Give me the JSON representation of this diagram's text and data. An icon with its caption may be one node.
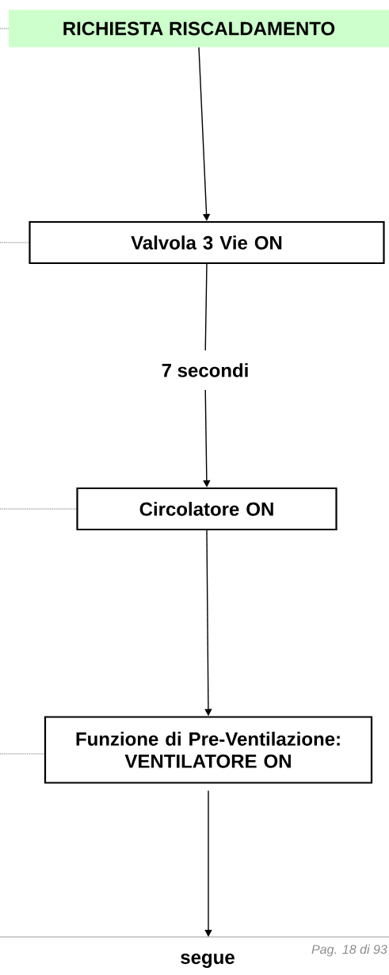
{
  "diagram": {
    "nodes": [
      {
        "text": [
          "RICHIESTA RISCALDAMENTO"
        ]
      },
      {
        "text": [
          "Valvola 3 Vie ON"
        ]
      },
      {
        "text": [
          "7 secondi"
        ]
      },
      {
        "text": [
          "Circolatore ON"
        ]
      },
      {
        "text": [
          "Funzione di Pre-Ventilazione: VENTILATORE ON"
        ]
      },
      {
        "text": [
          "segue"
        ]
      }
    ],
    "edges": [
      {
        "from": 0,
        "to": 1,
        "arrow": "to"
      },
      {
        "from": 1,
        "to": 2,
        "arrow": "none"
      },
      {
        "from": 2,
        "to": 3,
        "arrow": "to"
      },
      {
        "from": 3,
        "to": 4,
        "arrow": "to"
      },
      {
        "from": 4,
        "to": 5,
        "arrow": "to"
      },
      {
        "from": null,
        "to": 0,
        "arrow": "none",
        "style": "dashed"
      },
      {
        "from": null,
        "to": 1,
        "arrow": "none",
        "style": "dashed"
      },
      {
        "from": null,
        "to": 3,
        "arrow": "none",
        "style": "dashed"
      },
      {
        "from": null,
        "to": 4,
        "arrow": "none",
        "style": "dashed"
      }
    ],
    "labels": [
      "Pag. 18 di 93"
    ]
  }
}
